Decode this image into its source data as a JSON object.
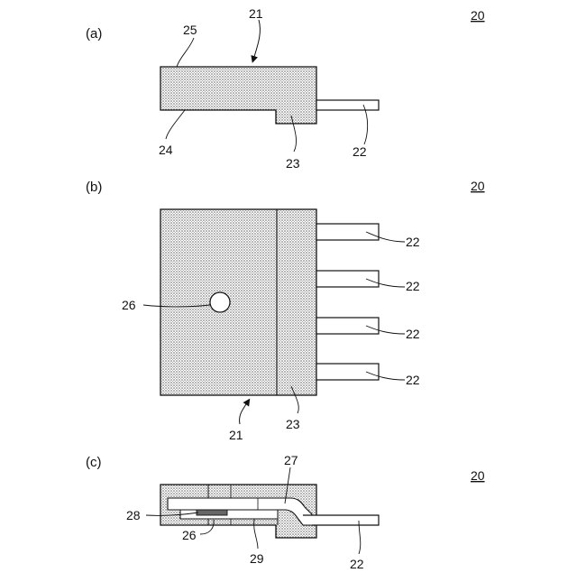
{
  "panels": {
    "a": {
      "label": "(a)",
      "fig": "20",
      "l21": "21",
      "l25": "25",
      "l24": "24",
      "l23": "23",
      "l22": "22"
    },
    "b": {
      "label": "(b)",
      "fig": "20",
      "l26": "26",
      "l21": "21",
      "l23": "23",
      "l22": [
        "22",
        "22",
        "22",
        "22"
      ]
    },
    "c": {
      "label": "(c)",
      "fig": "20",
      "l27": "27",
      "l28": "28",
      "l26": "26",
      "l29": "29",
      "l22": "22"
    }
  },
  "colors": {
    "body_fill": "#d9d9d9",
    "stroke": "#111111"
  }
}
